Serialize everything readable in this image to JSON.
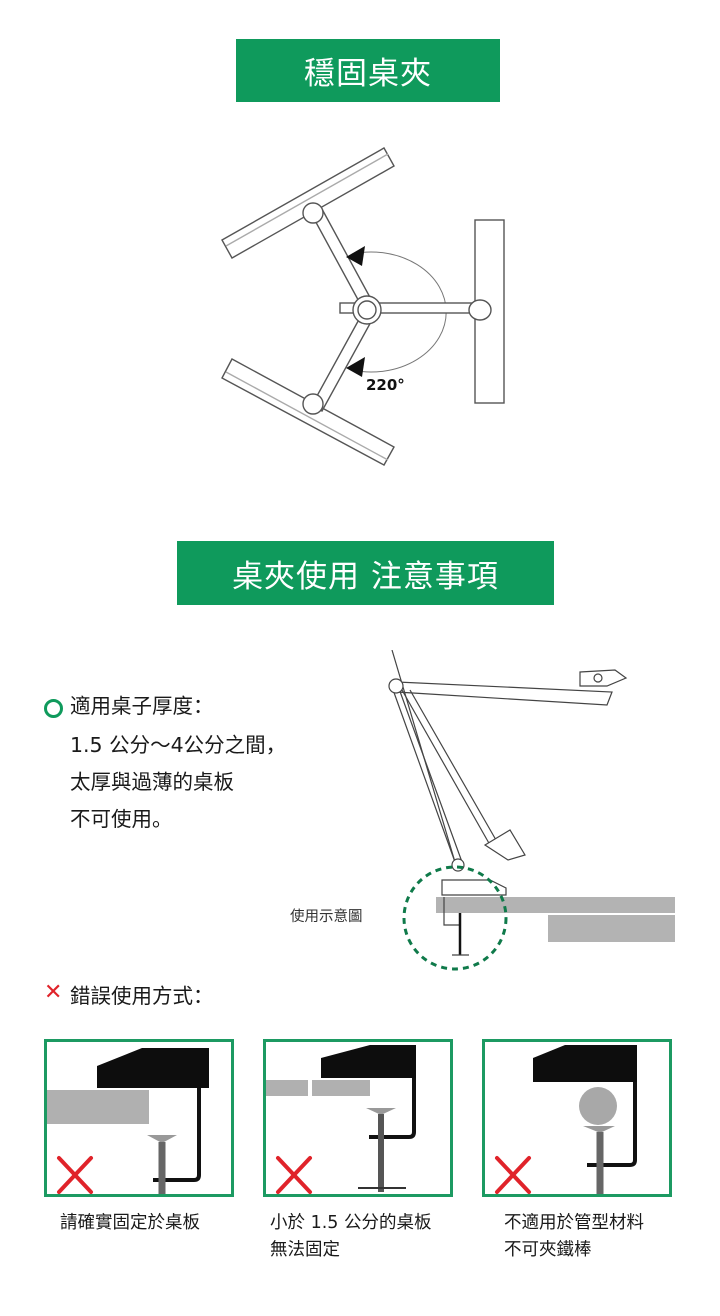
{
  "section1": {
    "banner_title": "穩固桌夾",
    "rotation_label": "220°",
    "colors": {
      "banner_green": "#0f9a5c"
    }
  },
  "section2": {
    "banner_title": "桌夾使用 注意事項",
    "fit": {
      "bullet_icon": "circle-outline-icon",
      "lines": [
        "適用桌子厚度：",
        "1.5 公分～4公分之間，",
        "太厚與過薄的桌板",
        "不可使用。"
      ]
    },
    "diagram_caption": "使用示意圖",
    "wrong": {
      "bullet_icon": "cross-icon",
      "heading": "錯誤使用方式：",
      "cards": [
        {
          "icon": "red-x-icon",
          "caption_lines": [
            "請確實固定於桌板"
          ]
        },
        {
          "icon": "red-x-icon",
          "caption_lines": [
            "小於 1.5 公分的桌板",
            "無法固定"
          ]
        },
        {
          "icon": "red-x-icon",
          "caption_lines": [
            "不適用於管型材料",
            "不可夾鐵棒"
          ]
        }
      ]
    },
    "colors": {
      "card_border": "#1c9a62",
      "error_red": "#e0232a",
      "desk_gray": "#b3b3b3"
    }
  }
}
